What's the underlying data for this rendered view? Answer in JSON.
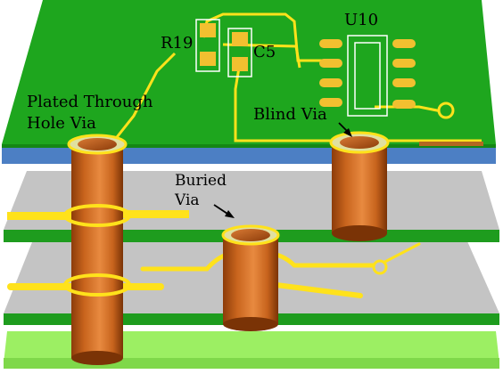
{
  "labels": {
    "plated_through_hole_line1": "Plated Through",
    "plated_through_hole_line2": "Hole Via",
    "blind_via": "Blind Via",
    "buried_via_line1": "Buried",
    "buried_via_line2": "Via",
    "r19": "R19",
    "c5": "C5",
    "u10": "U10"
  },
  "colors": {
    "board_green": "#1ea61e",
    "board_green_dark": "#148714",
    "board_top_edge": "#4c7fc4",
    "inner_gray": "#c4c4c4",
    "inner_edge_green": "#1e9c1e",
    "bottom_light_green": "#9cef63",
    "trace_yellow": "#ffe21b",
    "pad_gold": "#f2c030",
    "via_copper": "#c8641d",
    "via_copper_dark": "#8c3c0a",
    "via_copper_light": "#e88a40",
    "trace_brown": "#b3681f"
  },
  "icons": {
    "arrow_blind": "arrow-icon",
    "arrow_buried": "arrow-icon"
  }
}
